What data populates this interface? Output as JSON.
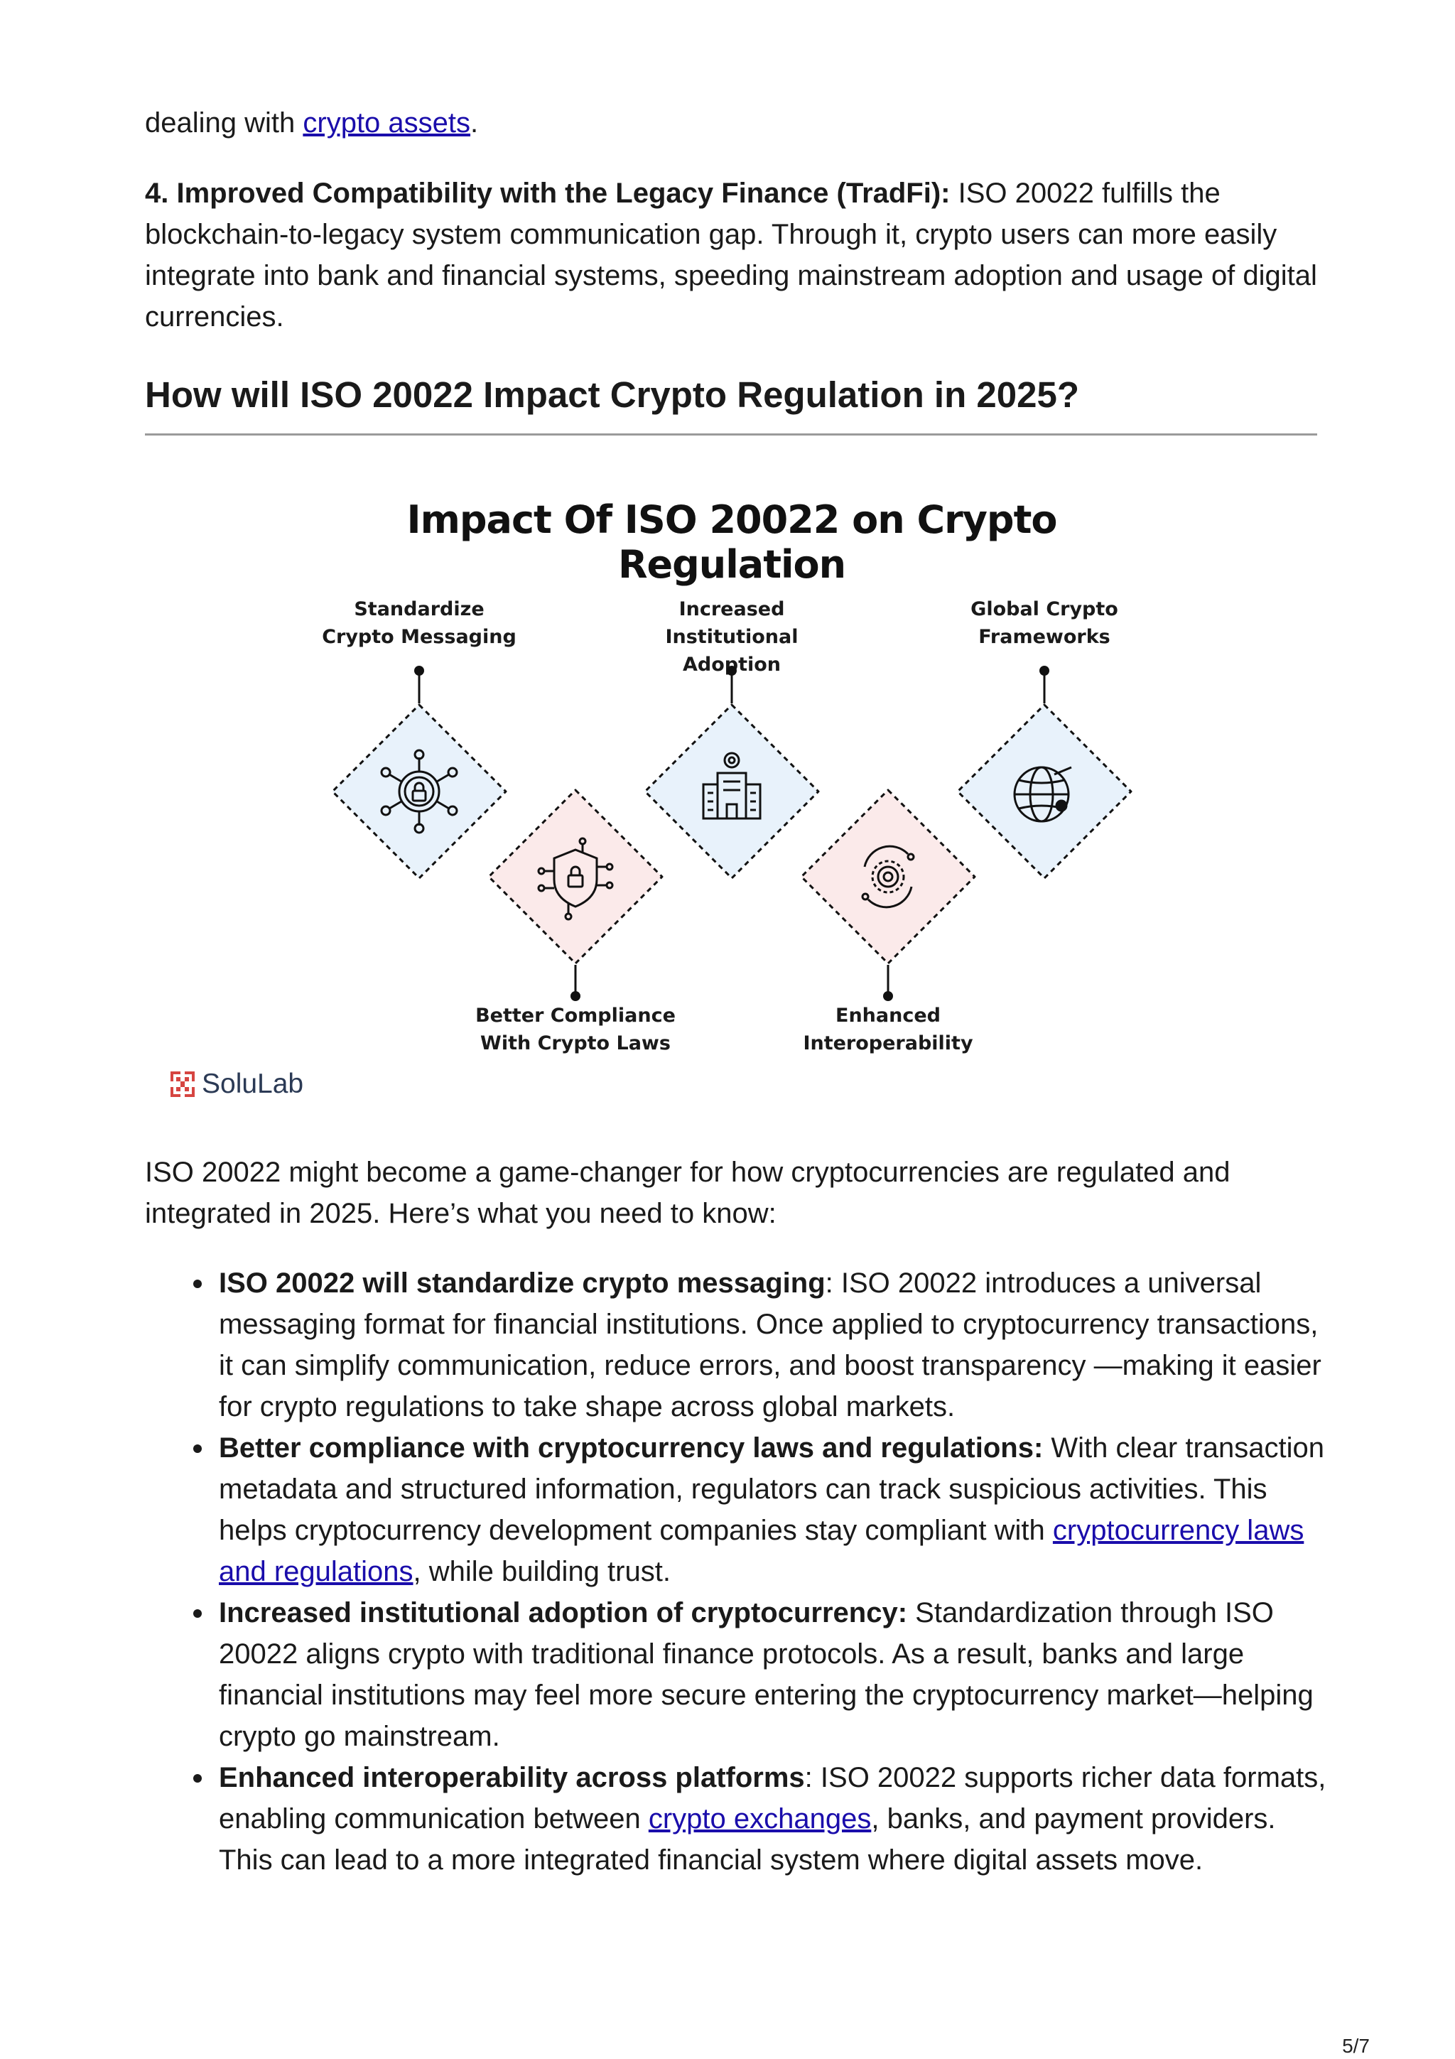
{
  "top_paragraph": {
    "prefix": "dealing with ",
    "link": "crypto assets",
    "suffix": "."
  },
  "point4": {
    "bold": "4. Improved Compatibility with the Legacy Finance (TradFi):",
    "text": " ISO 20022 fulfills the blockchain-to-legacy system communication gap. Through it, crypto users can more easily integrate into bank and financial systems, speeding mainstream adoption and usage of digital currencies."
  },
  "section_heading": "How will ISO 20022 Impact Crypto Regulation in 2025?",
  "infographic": {
    "title": "Impact Of ISO 20022 on Crypto Regulation",
    "items": [
      {
        "line1": "Standardize",
        "line2": "Crypto Messaging",
        "icon": "network-lock-icon",
        "fill": "#e8f2fb"
      },
      {
        "line1": "Better Compliance",
        "line2": "With Crypto Laws",
        "icon": "shield-lock-icon",
        "fill": "#fbeaea"
      },
      {
        "line1": "Increased Institutional",
        "line2": "Adoption",
        "icon": "building-gear-icon",
        "fill": "#e8f2fb"
      },
      {
        "line1": "Enhanced",
        "line2": "Interoperability",
        "icon": "gear-cycle-icon",
        "fill": "#fbeaea"
      },
      {
        "line1": "Global Crypto",
        "line2": "Frameworks",
        "icon": "globe-icon",
        "fill": "#e8f2fb"
      }
    ],
    "brand": "SoluLab"
  },
  "intro": "ISO 20022 might become a game-changer for how cryptocurrencies are regulated and integrated in 2025. Here’s what you need to know:",
  "bullets": [
    {
      "bold": "ISO 20022 will standardize crypto messaging",
      "text": ": ISO 20022 introduces a universal messaging format for financial institutions. Once applied to cryptocurrency transactions, it can simplify communication, reduce errors, and boost transparency —making it easier for crypto regulations to take shape across global markets."
    },
    {
      "bold": "Better compliance with cryptocurrency laws and regulations:",
      "text_before_link": " With clear transaction metadata and structured information, regulators can track suspicious activities. This helps cryptocurrency development companies stay compliant with ",
      "link": "cryptocurrency laws and regulations",
      "text_after_link": ", while building trust."
    },
    {
      "bold": "Increased institutional adoption of cryptocurrency:",
      "text": " Standardization through ISO 20022 aligns crypto with traditional finance protocols. As a result, banks and large financial institutions may feel more secure entering the cryptocurrency market—helping crypto go mainstream."
    },
    {
      "bold": "Enhanced interoperability across platforms",
      "text_before_link": ": ISO 20022 supports richer data formats, enabling communication between ",
      "link": "crypto exchanges",
      "text_after_link": ", banks, and payment providers. This can lead to a more integrated financial system where digital assets move."
    }
  ],
  "page_number": "5/7",
  "colors": {
    "link": "#1a0dab",
    "blue_tile": "#e8f2fb",
    "pink_tile": "#fbeaea",
    "logo_red": "#d64541"
  }
}
